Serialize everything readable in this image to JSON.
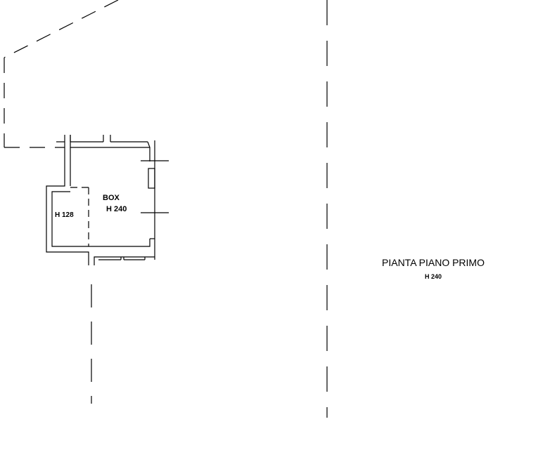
{
  "room": {
    "name": "BOX",
    "height": "H 240"
  },
  "alcove": {
    "height": "H 128"
  },
  "plan": {
    "title": "PIANTA PIANO PRIMO",
    "height": "H 240"
  },
  "colors": {
    "lines": "#000000",
    "background": "#ffffff"
  }
}
